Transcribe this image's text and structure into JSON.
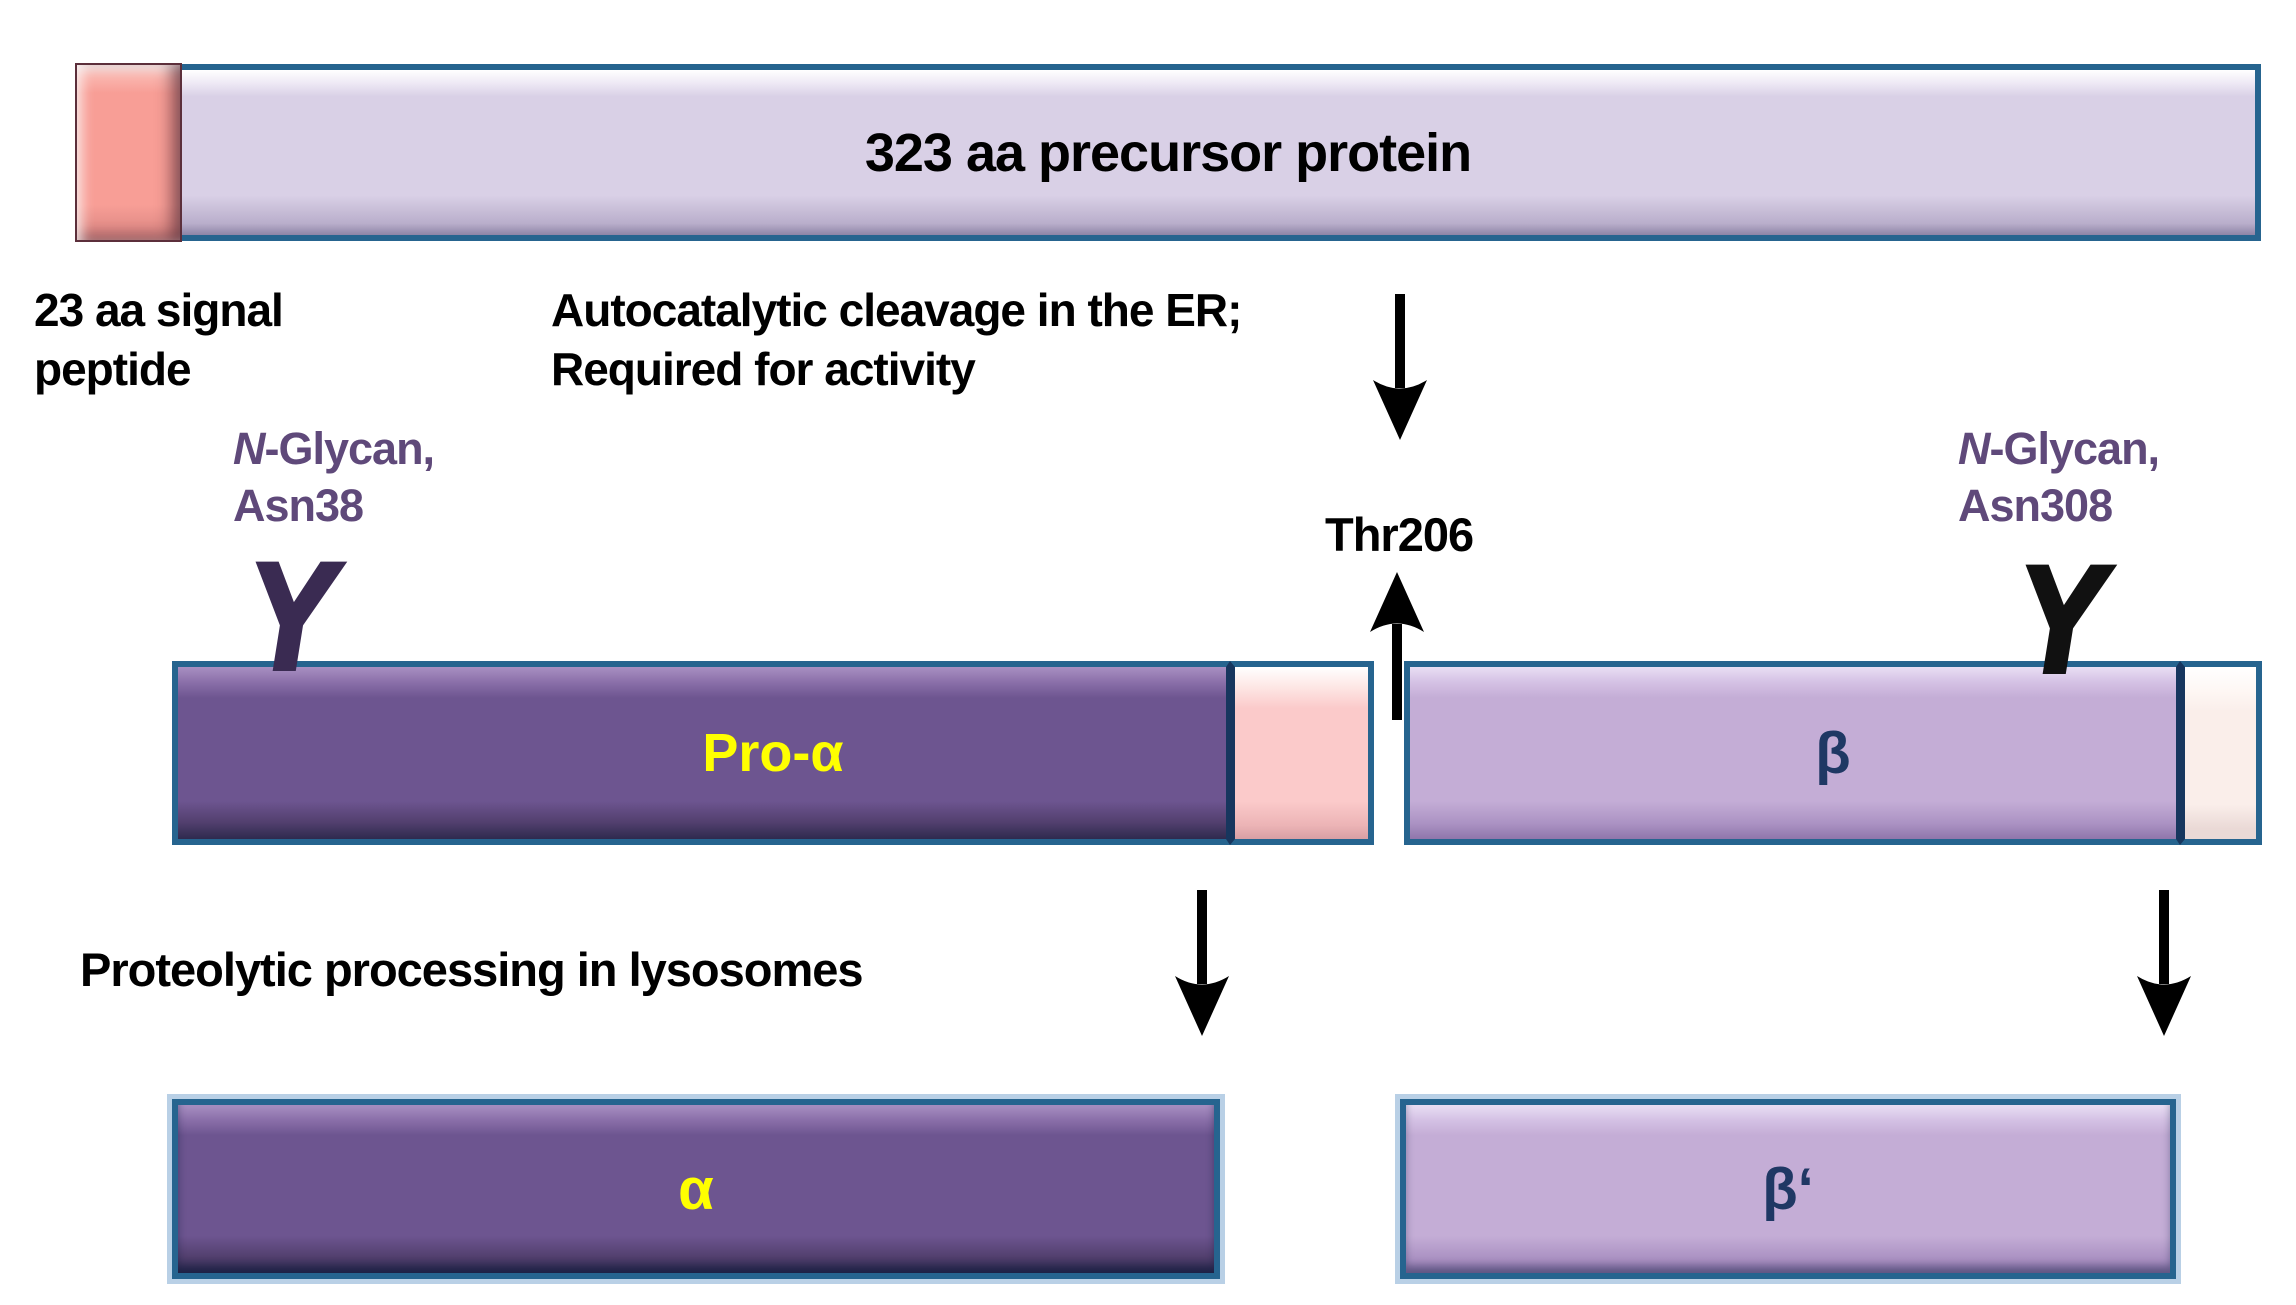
{
  "colors": {
    "border_blue": "#26648f",
    "border_navy": "#17365e",
    "lavender_light": "#d9d0e6",
    "lavender": "#c4add6",
    "purple": "#6d5590",
    "salmon": "#f89e96",
    "pink_light": "#fbcaca",
    "pink_pale": "#faeeea",
    "halo_blue": "#b9d0e6",
    "text_purple": "#5f497a",
    "text_navy": "#1f3864",
    "text_yellow": "#ffff00",
    "glycan_left_color": "#3a2b52",
    "glycan_right_color": "#111111",
    "arrow_color": "#000000"
  },
  "precursor": {
    "label": "323 aa precursor protein"
  },
  "signal_caption": {
    "line1": "23 aa signal",
    "line2": "peptide"
  },
  "autocatalytic_caption": {
    "line1": "Autocatalytic cleavage in the ER;",
    "line2": "Required for activity"
  },
  "glycan_left": {
    "n": "N",
    "rest": "-Glycan,",
    "line2": "Asn38",
    "symbol": "Y"
  },
  "glycan_right": {
    "n": "N",
    "rest": "-Glycan,",
    "line2": "Asn308",
    "symbol": "Y"
  },
  "cleavage_site": {
    "label": "Thr206"
  },
  "pro_alpha": {
    "label": "Pro-α"
  },
  "beta": {
    "label": "β"
  },
  "lysosome_caption": {
    "label": "Proteolytic processing in lysosomes"
  },
  "alpha": {
    "label": "α"
  },
  "beta_prime": {
    "label": "β‘"
  }
}
